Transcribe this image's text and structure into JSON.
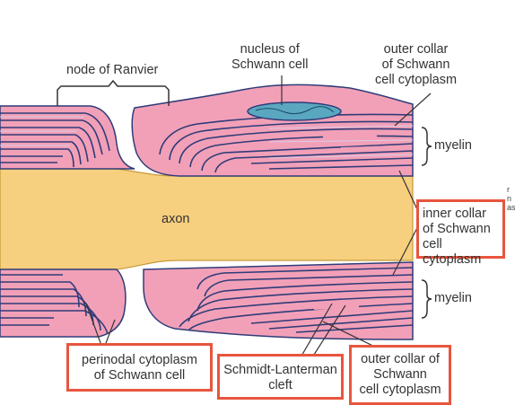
{
  "labels": {
    "node_of_ranvier": "node of Ranvier",
    "nucleus_line1": "nucleus of",
    "nucleus_line2": "Schwann cell",
    "outer_top_line1": "outer collar",
    "outer_top_line2": "of Schwann",
    "outer_top_line3": "cell cytoplasm",
    "myelin_top": "myelin",
    "myelin_bottom": "myelin",
    "axon": "axon",
    "inner_line1": "inner collar",
    "inner_line2": "of Schwann",
    "inner_line3": "cell cytoplasm",
    "perinodal_line1": "perinodal cytoplasm",
    "perinodal_line2": "of Schwann cell",
    "sl_line1": "Schmidt-Lanterman",
    "sl_line2": "cleft",
    "outer_bottom_line1": "outer collar of",
    "outer_bottom_line2": "Schwann",
    "outer_bottom_line3": "cell cytoplasm",
    "fragment_1": "r",
    "fragment_2": "n",
    "fragment_3": "as"
  },
  "colors": {
    "axon": "#f6cf7f",
    "cytoplasm": "#f2a0b8",
    "myelin_dark": "#2f3c78",
    "myelin_light": "#d9cde6",
    "nucleus": "#5aa7c0",
    "highlight_box": "#e8553d"
  }
}
